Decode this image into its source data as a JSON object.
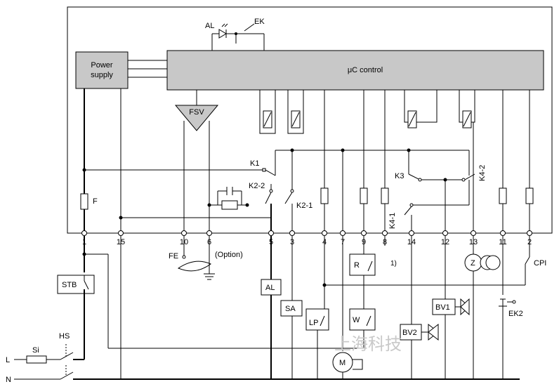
{
  "blocks": {
    "power_supply": "Power\nsupply",
    "uc_control": "μC control",
    "fsv": "FSV"
  },
  "terminals": [
    "1",
    "15",
    "10",
    "6",
    "5",
    "3",
    "4",
    "7",
    "9",
    "8",
    "14",
    "12",
    "13",
    "11",
    "2"
  ],
  "labels": {
    "al_top": "AL",
    "ek_top": "EK",
    "k1": "K1",
    "k2_2": "K2-2",
    "k2_1": "K2-1",
    "k3": "K3",
    "k4_1": "K4-1",
    "k4_2": "K4-2",
    "f": "F",
    "fe": "FE",
    "option": "(Option)",
    "stb": "STB",
    "hs": "HS",
    "si": "Si",
    "l": "L",
    "n": "N",
    "al_box": "AL",
    "sa": "SA",
    "lp": "LP",
    "r": "R",
    "w": "W",
    "m": "M",
    "bv1": "BV1",
    "bv2": "BV2",
    "z": "Z",
    "cpi": "CPI",
    "ek2": "EK2",
    "note1": "1)",
    "watermark": "上海科技"
  },
  "colors": {
    "block_fill": "#c8c8c8",
    "line": "#000000",
    "watermark": "#c9c9c9"
  }
}
